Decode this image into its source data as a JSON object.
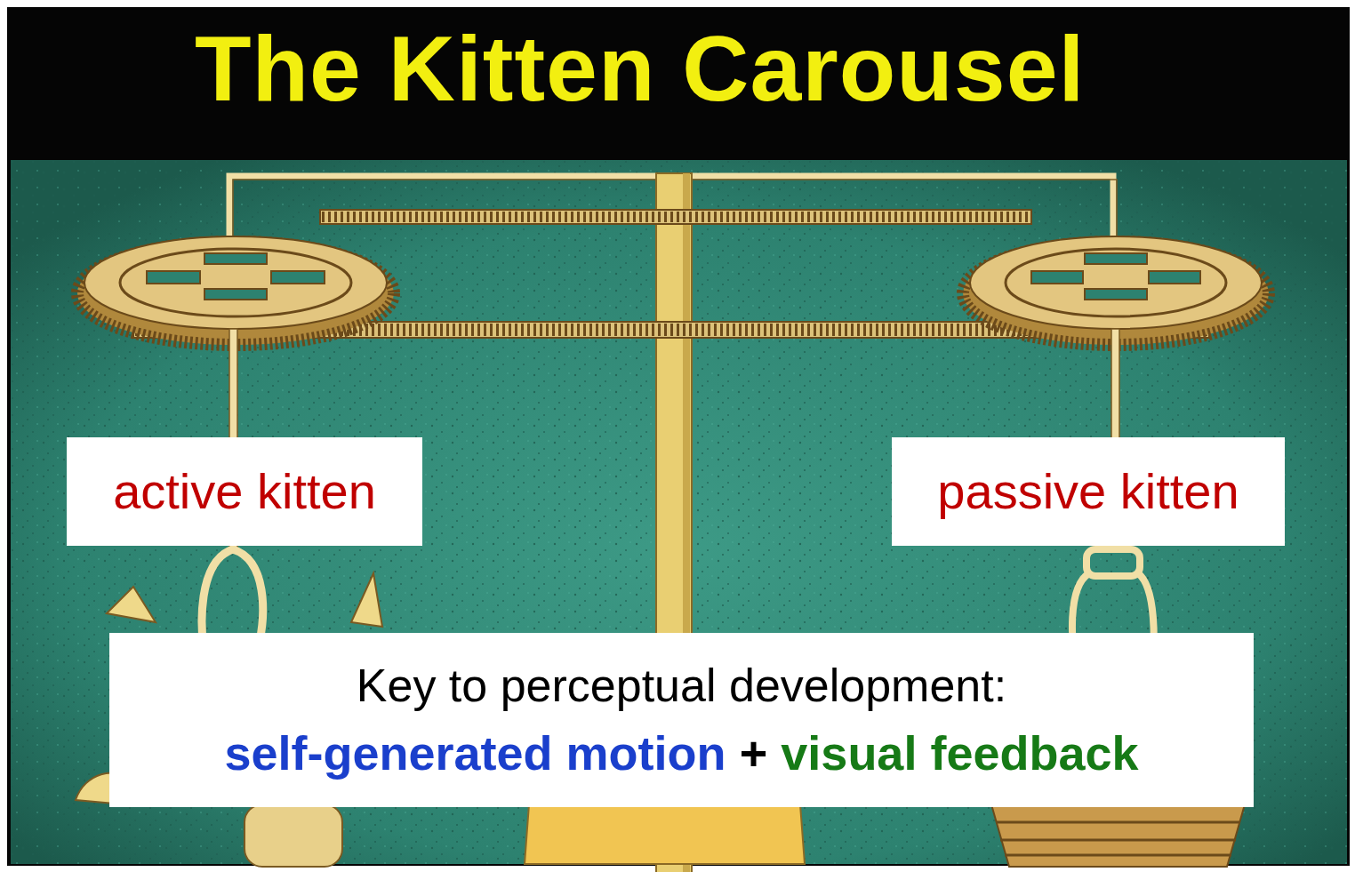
{
  "diagram": {
    "title": "The Kitten Carousel",
    "nodes": [
      {
        "text": [
          "active kitten"
        ]
      },
      {
        "text": [
          "passive kitten"
        ]
      },
      {
        "text": [
          "Key to perceptual development:",
          "self-generated motion",
          "+",
          "visual feedback"
        ]
      }
    ]
  }
}
